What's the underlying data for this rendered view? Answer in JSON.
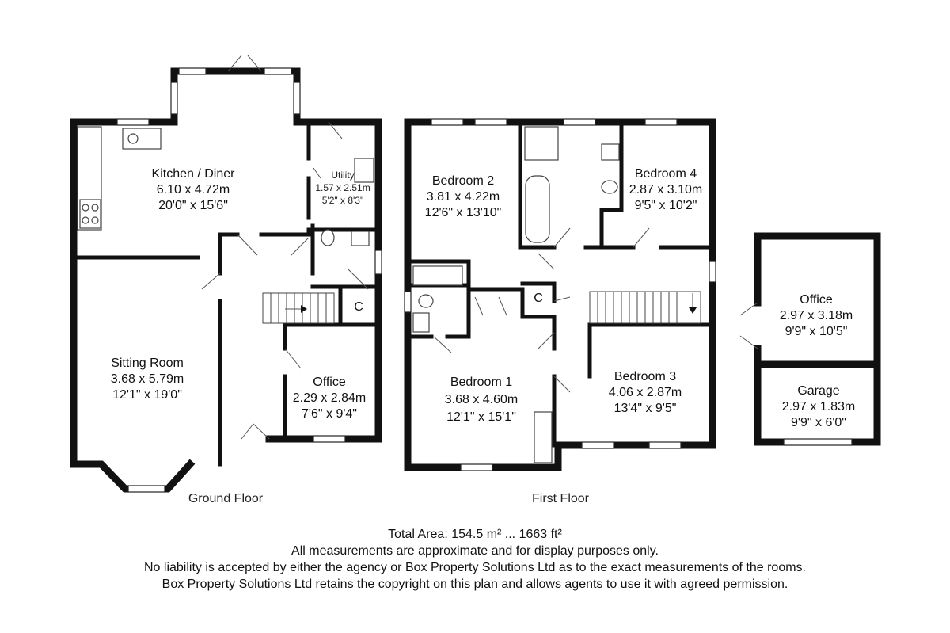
{
  "ground_floor": {
    "label": "Ground Floor",
    "kitchen": {
      "name": "Kitchen / Diner",
      "metric": "6.10 x 4.72m",
      "imperial": "20'0\" x 15'6\""
    },
    "utility": {
      "name": "Utility",
      "metric": "1.57 x 2.51m",
      "imperial": "5'2\" x 8'3\""
    },
    "sitting": {
      "name": "Sitting Room",
      "metric": "3.68 x 5.79m",
      "imperial": "12'1\" x 19'0\""
    },
    "office": {
      "name": "Office",
      "metric": "2.29 x 2.84m",
      "imperial": "7'6\" x 9'4\""
    },
    "cupboard": "C"
  },
  "first_floor": {
    "label": "First Floor",
    "bedroom1": {
      "name": "Bedroom 1",
      "metric": "3.68 x 4.60m",
      "imperial": "12'1\" x 15'1\""
    },
    "bedroom2": {
      "name": "Bedroom 2",
      "metric": "3.81 x 4.22m",
      "imperial": "12'6\" x 13'10\""
    },
    "bedroom3": {
      "name": "Bedroom 3",
      "metric": "4.06 x 2.87m",
      "imperial": "13'4\" x 9'5\""
    },
    "bedroom4": {
      "name": "Bedroom 4",
      "metric": "2.87 x 3.10m",
      "imperial": "9'5\" x 10'2\""
    },
    "cupboard": "C"
  },
  "outbuilding": {
    "office": {
      "name": "Office",
      "metric": "2.97 x 3.18m",
      "imperial": "9'9\" x 10'5\""
    },
    "garage": {
      "name": "Garage",
      "metric": "2.97 x 1.83m",
      "imperial": "9'9\" x 6'0\""
    }
  },
  "footer": {
    "total_area": "Total Area: 154.5 m² ... 1663 ft²",
    "line1": "All measurements are approximate and for display purposes only.",
    "line2": "No liability is accepted by either the agency or Box Property Solutions Ltd as to the exact measurements of the rooms.",
    "line3": "Box Property Solutions Ltd retains the copyright on this plan and allows agents to use it with agreed permission."
  }
}
